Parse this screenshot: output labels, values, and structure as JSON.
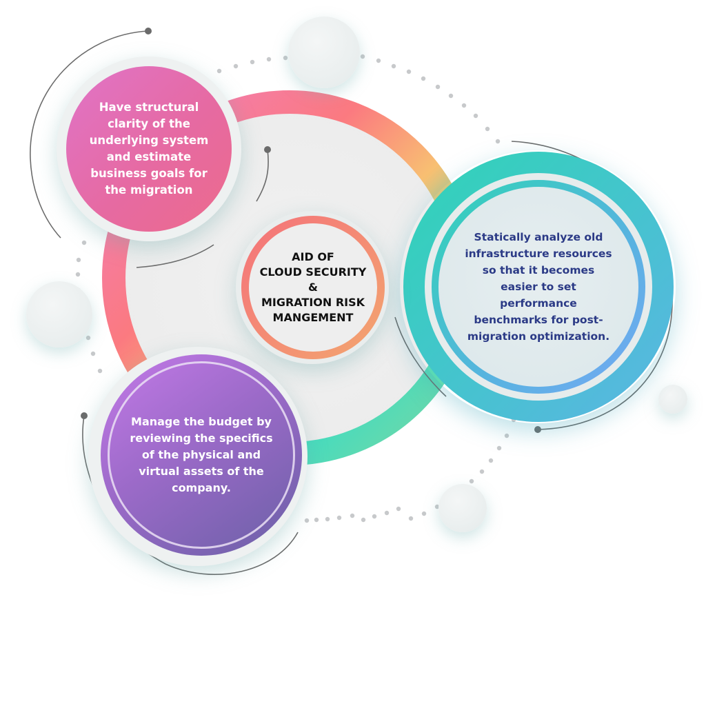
{
  "diagram": {
    "center": {
      "title": "AID OF\nCLOUD SECURITY\n&\nMIGRATION RISK\nMANGEMENT",
      "ring_gradient": [
        "#f4727a",
        "#f3a66f"
      ],
      "text_color": "#111111"
    },
    "nodes": [
      {
        "id": "structural-clarity",
        "text": "Have structural\nclarity of the\nunderlying system\nand estimate\nbusiness goals for\nthe migration",
        "fill_gradient": [
          "#e074c8",
          "#ec6b8c"
        ],
        "text_color": "#ffffff",
        "position": "top-left"
      },
      {
        "id": "static-analysis",
        "text": "Statically analyze old\ninfrastructure resources\nso that it becomes\neasier to set\nperformance\nbenchmarks for post-\nmigration optimization.",
        "fill_color": "#dfe9ec",
        "ring_gradient": [
          "#2fd1b7",
          "#55b7dc",
          "#6ea8f2"
        ],
        "text_color": "#2b3a86",
        "position": "right"
      },
      {
        "id": "budget-management",
        "text": "Manage the budget by\nreviewing the specifics\nof the physical and\nvirtual assets of the\ncompany.",
        "fill_gradient": [
          "#c177e6",
          "#6a60a6"
        ],
        "text_color": "#ffffff",
        "position": "bottom-left"
      }
    ],
    "big_ring_gradient": [
      "#f07ec0",
      "#fb7a80",
      "#f8c072",
      "#44dcbf",
      "#7fd6a0"
    ],
    "decor": {
      "dot_color": "#c7c9cb",
      "arc_color": "#6b6b6b",
      "bubble_color": "#eaf0f0"
    }
  }
}
